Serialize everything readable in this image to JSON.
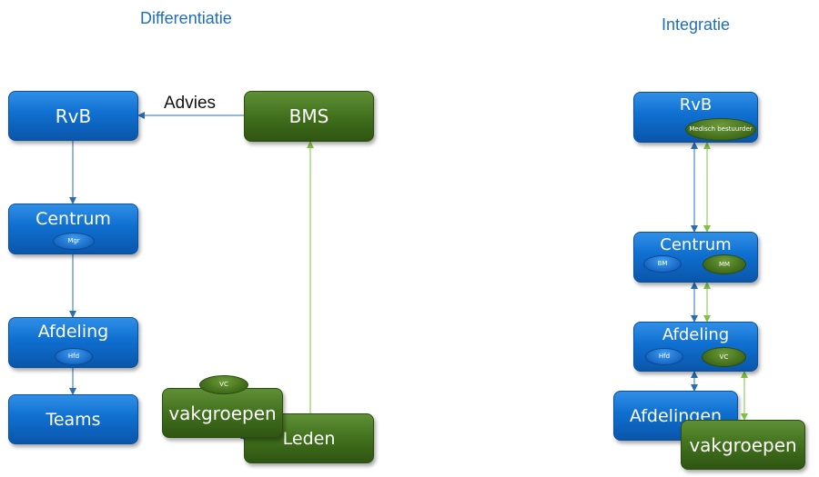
{
  "left_title": "Differentiatie",
  "right_title": "Integratie",
  "left": {
    "rvb": "RvB",
    "advies": "Advies",
    "bms": "BMS",
    "centrum": "Centrum",
    "centrum_pill": "Mgr",
    "afdeling": "Afdeling",
    "afdeling_pill": "Hfd",
    "teams": "Teams",
    "vakgroepen": "vakgroepen",
    "vakgroepen_pill": "VC",
    "leden": "Leden"
  },
  "right": {
    "rvb": "RvB",
    "rvb_pill": "Medisch bestuurder",
    "centrum": "Centrum",
    "centrum_pill_bm": "BM",
    "centrum_pill_mm": "MM",
    "afdeling": "Afdeling",
    "afdeling_pill_hfd": "Hfd",
    "afdeling_pill_vc": "VC",
    "afdelingen": "Afdelingen",
    "vakgroepen": "vakgroepen"
  },
  "colors": {
    "blue_box": "#0f6fd0",
    "green_box": "#3f6e1b",
    "title_text": "#1f6fb5",
    "blue_arrow": "#2a6db5",
    "green_arrow": "#7fc242"
  }
}
